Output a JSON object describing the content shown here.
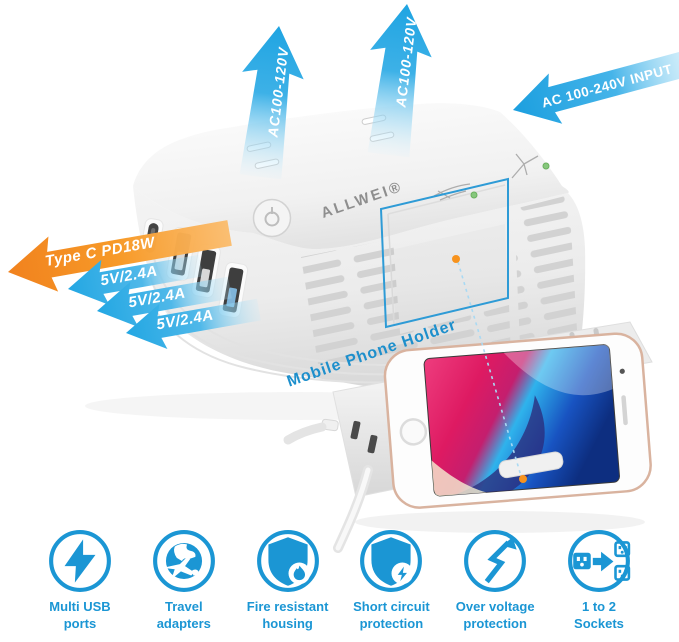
{
  "product": {
    "brand_label": "ALLWEI®",
    "arrow_labels": {
      "ac_output_left": "AC100-120V",
      "ac_output_right": "AC100-120V",
      "ac_input": "AC 100-240V INPUT",
      "type_c_port": "Type C PD18W",
      "usb_port_1": "5V/2.4A",
      "usb_port_2": "5V/2.4A",
      "usb_port_3": "5V/2.4A"
    },
    "callouts": {
      "phone_holder": "Mobile Phone Holder"
    }
  },
  "features": [
    {
      "icon": "multi-usb-bolt-icon",
      "line1": "Multi USB",
      "line2": "ports"
    },
    {
      "icon": "travel-globe-plane-icon",
      "line1": "Travel",
      "line2": "adapters"
    },
    {
      "icon": "fire-shield-icon",
      "line1": "Fire resistant",
      "line2": "housing"
    },
    {
      "icon": "short-circuit-shield-icon",
      "line1": "Short circuit",
      "line2": "protection"
    },
    {
      "icon": "over-voltage-bolt-icon",
      "line1": "Over voltage",
      "line2": "protection"
    },
    {
      "icon": "one-to-two-sockets-icon",
      "line1": "1 to 2",
      "line2": "Sockets"
    }
  ],
  "colors": {
    "feature_blue": "#1B96D4",
    "arrow_blue": "#29A9E1",
    "arrow_orange": "#F58220",
    "callout_blue": "#1D8FCC",
    "highlight_box_blue": "#2E9BD6",
    "led_green": "#7CC576",
    "phone_frame_rose_gold": "#D9B39F"
  }
}
